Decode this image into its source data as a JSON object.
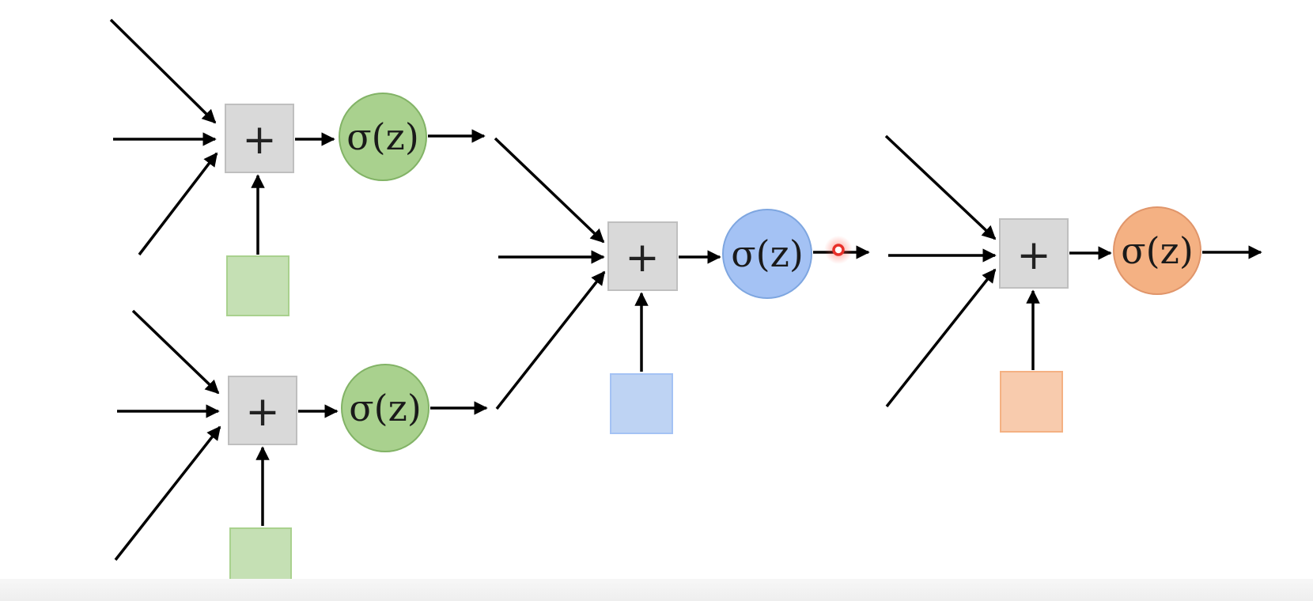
{
  "diagram": {
    "sum_symbol": "+",
    "activation_label": "σ(z)",
    "colors": {
      "green_fill": "#a9d18e",
      "green_bias": "#c5e0b4",
      "green_stroke": "#82b366",
      "blue_fill": "#a4c2f4",
      "blue_bias": "#bed3f3",
      "blue_stroke": "#7ea6e0",
      "orange_fill": "#f4b183",
      "orange_bias": "#f8cbad",
      "orange_stroke": "#e0956a",
      "sum_box": "#d9d9d9",
      "sum_box_stroke": "#bfbfbf",
      "arrow": "#000000",
      "pointer": "#e8302a"
    },
    "neurons": [
      {
        "id": "hidden-1",
        "color": "green"
      },
      {
        "id": "hidden-2",
        "color": "green"
      },
      {
        "id": "middle",
        "color": "blue"
      },
      {
        "id": "output",
        "color": "orange"
      }
    ]
  }
}
